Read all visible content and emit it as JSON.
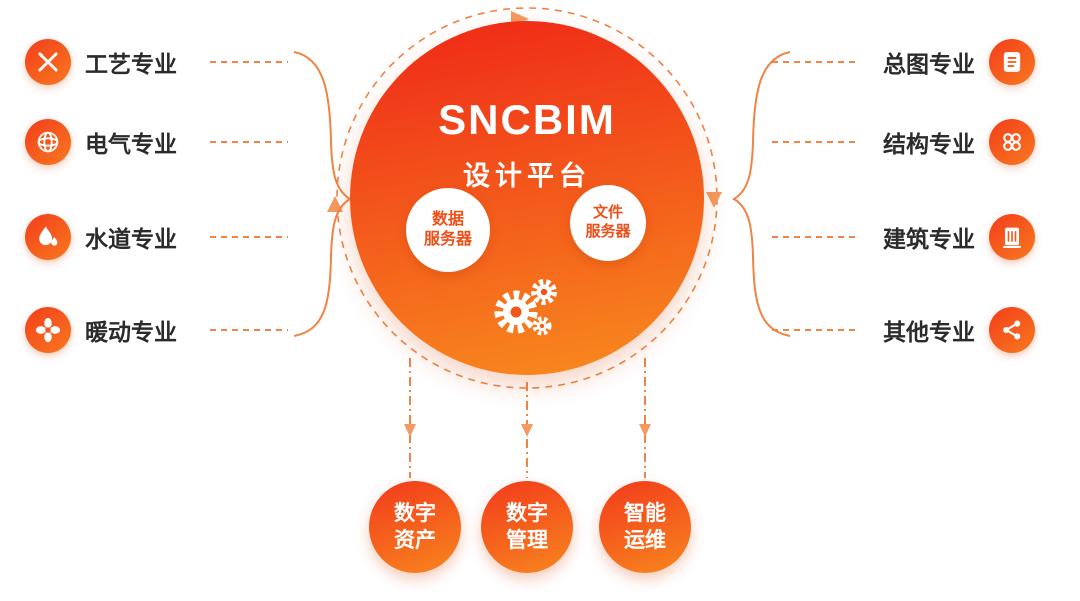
{
  "diagram": {
    "center": {
      "title": "SNCBIM",
      "subtitle": "设计平台",
      "servers": [
        {
          "line1": "数据",
          "line2": "服务器",
          "icon": "data-server-circle"
        },
        {
          "line1": "文件",
          "line2": "服务器",
          "icon": "file-server-circle"
        }
      ],
      "gears_icon": "gears-icon"
    },
    "left_items": [
      {
        "label": "工艺专业",
        "icon": "pencil-ruler-icon"
      },
      {
        "label": "电气专业",
        "icon": "globe-icon"
      },
      {
        "label": "水道专业",
        "icon": "water-drops-icon"
      },
      {
        "label": "暖动专业",
        "icon": "fan-icon"
      }
    ],
    "right_items": [
      {
        "label": "总图专业",
        "icon": "document-icon"
      },
      {
        "label": "结构专业",
        "icon": "nodes-icon"
      },
      {
        "label": "建筑专业",
        "icon": "building-icon"
      },
      {
        "label": "其他专业",
        "icon": "share-icon"
      }
    ],
    "bottom_items": [
      {
        "line1": "数字",
        "line2": "资产"
      },
      {
        "line1": "数字",
        "line2": "管理"
      },
      {
        "line1": "智能",
        "line2": "运维"
      }
    ],
    "colors": {
      "gradient_top": "#ef2c18",
      "gradient_bottom": "#f8871e",
      "accent": "#f26522",
      "connector": "#f08445",
      "label_text": "#2b2b2b"
    }
  }
}
